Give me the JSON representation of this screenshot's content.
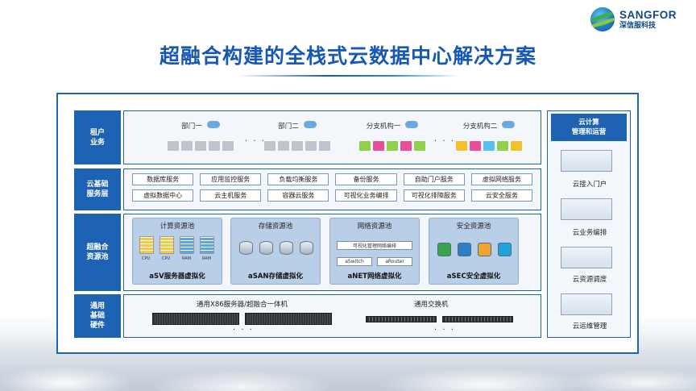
{
  "brand": {
    "name_en": "SANGFOR",
    "name_cn": "深信服科技"
  },
  "title": "超融合构建的全栈式云数据中心解决方案",
  "layers": {
    "tenant": {
      "label": "租户\n业务",
      "groups": [
        "部门一",
        "部门二",
        "分支机构一",
        "分支机构二"
      ],
      "dots": "· · ·"
    },
    "services": {
      "label": "云基础\n服务层",
      "items": [
        "数据库服务",
        "应用监控服务",
        "负载均衡服务",
        "备份服务",
        "自助门户服务",
        "虚拟网络服务",
        "虚拟数据中心",
        "云主机服务",
        "容器云服务",
        "可视化业务编排",
        "可视化排障服务",
        "云安全服务"
      ]
    },
    "pools": {
      "label": "超融合\n资源池",
      "compute": {
        "title": "计算资源池",
        "name": "aSV服务器虚拟化",
        "chips": [
          "CPU",
          "CPU",
          "RAM",
          "RAM"
        ]
      },
      "storage": {
        "title": "存储资源池",
        "name": "aSAN存储虚拟化"
      },
      "network": {
        "title": "网络资源池",
        "name": "aNET网络虚拟化",
        "bar": "可视化管理网络编排",
        "left": "aSwitch",
        "right": "aRouter"
      },
      "security": {
        "title": "安全资源池",
        "name": "aSEC安全虚拟化"
      }
    },
    "hardware": {
      "label": "通用\n基础\n硬件",
      "servers": "通用X86服务器/超融合一体机",
      "switches": "通用交换机",
      "dots": "· · ·"
    }
  },
  "management": {
    "header": "云计算\n管理和运营",
    "items": [
      "云接入门户",
      "云业务编排",
      "云资源调度",
      "云运维管理"
    ]
  }
}
